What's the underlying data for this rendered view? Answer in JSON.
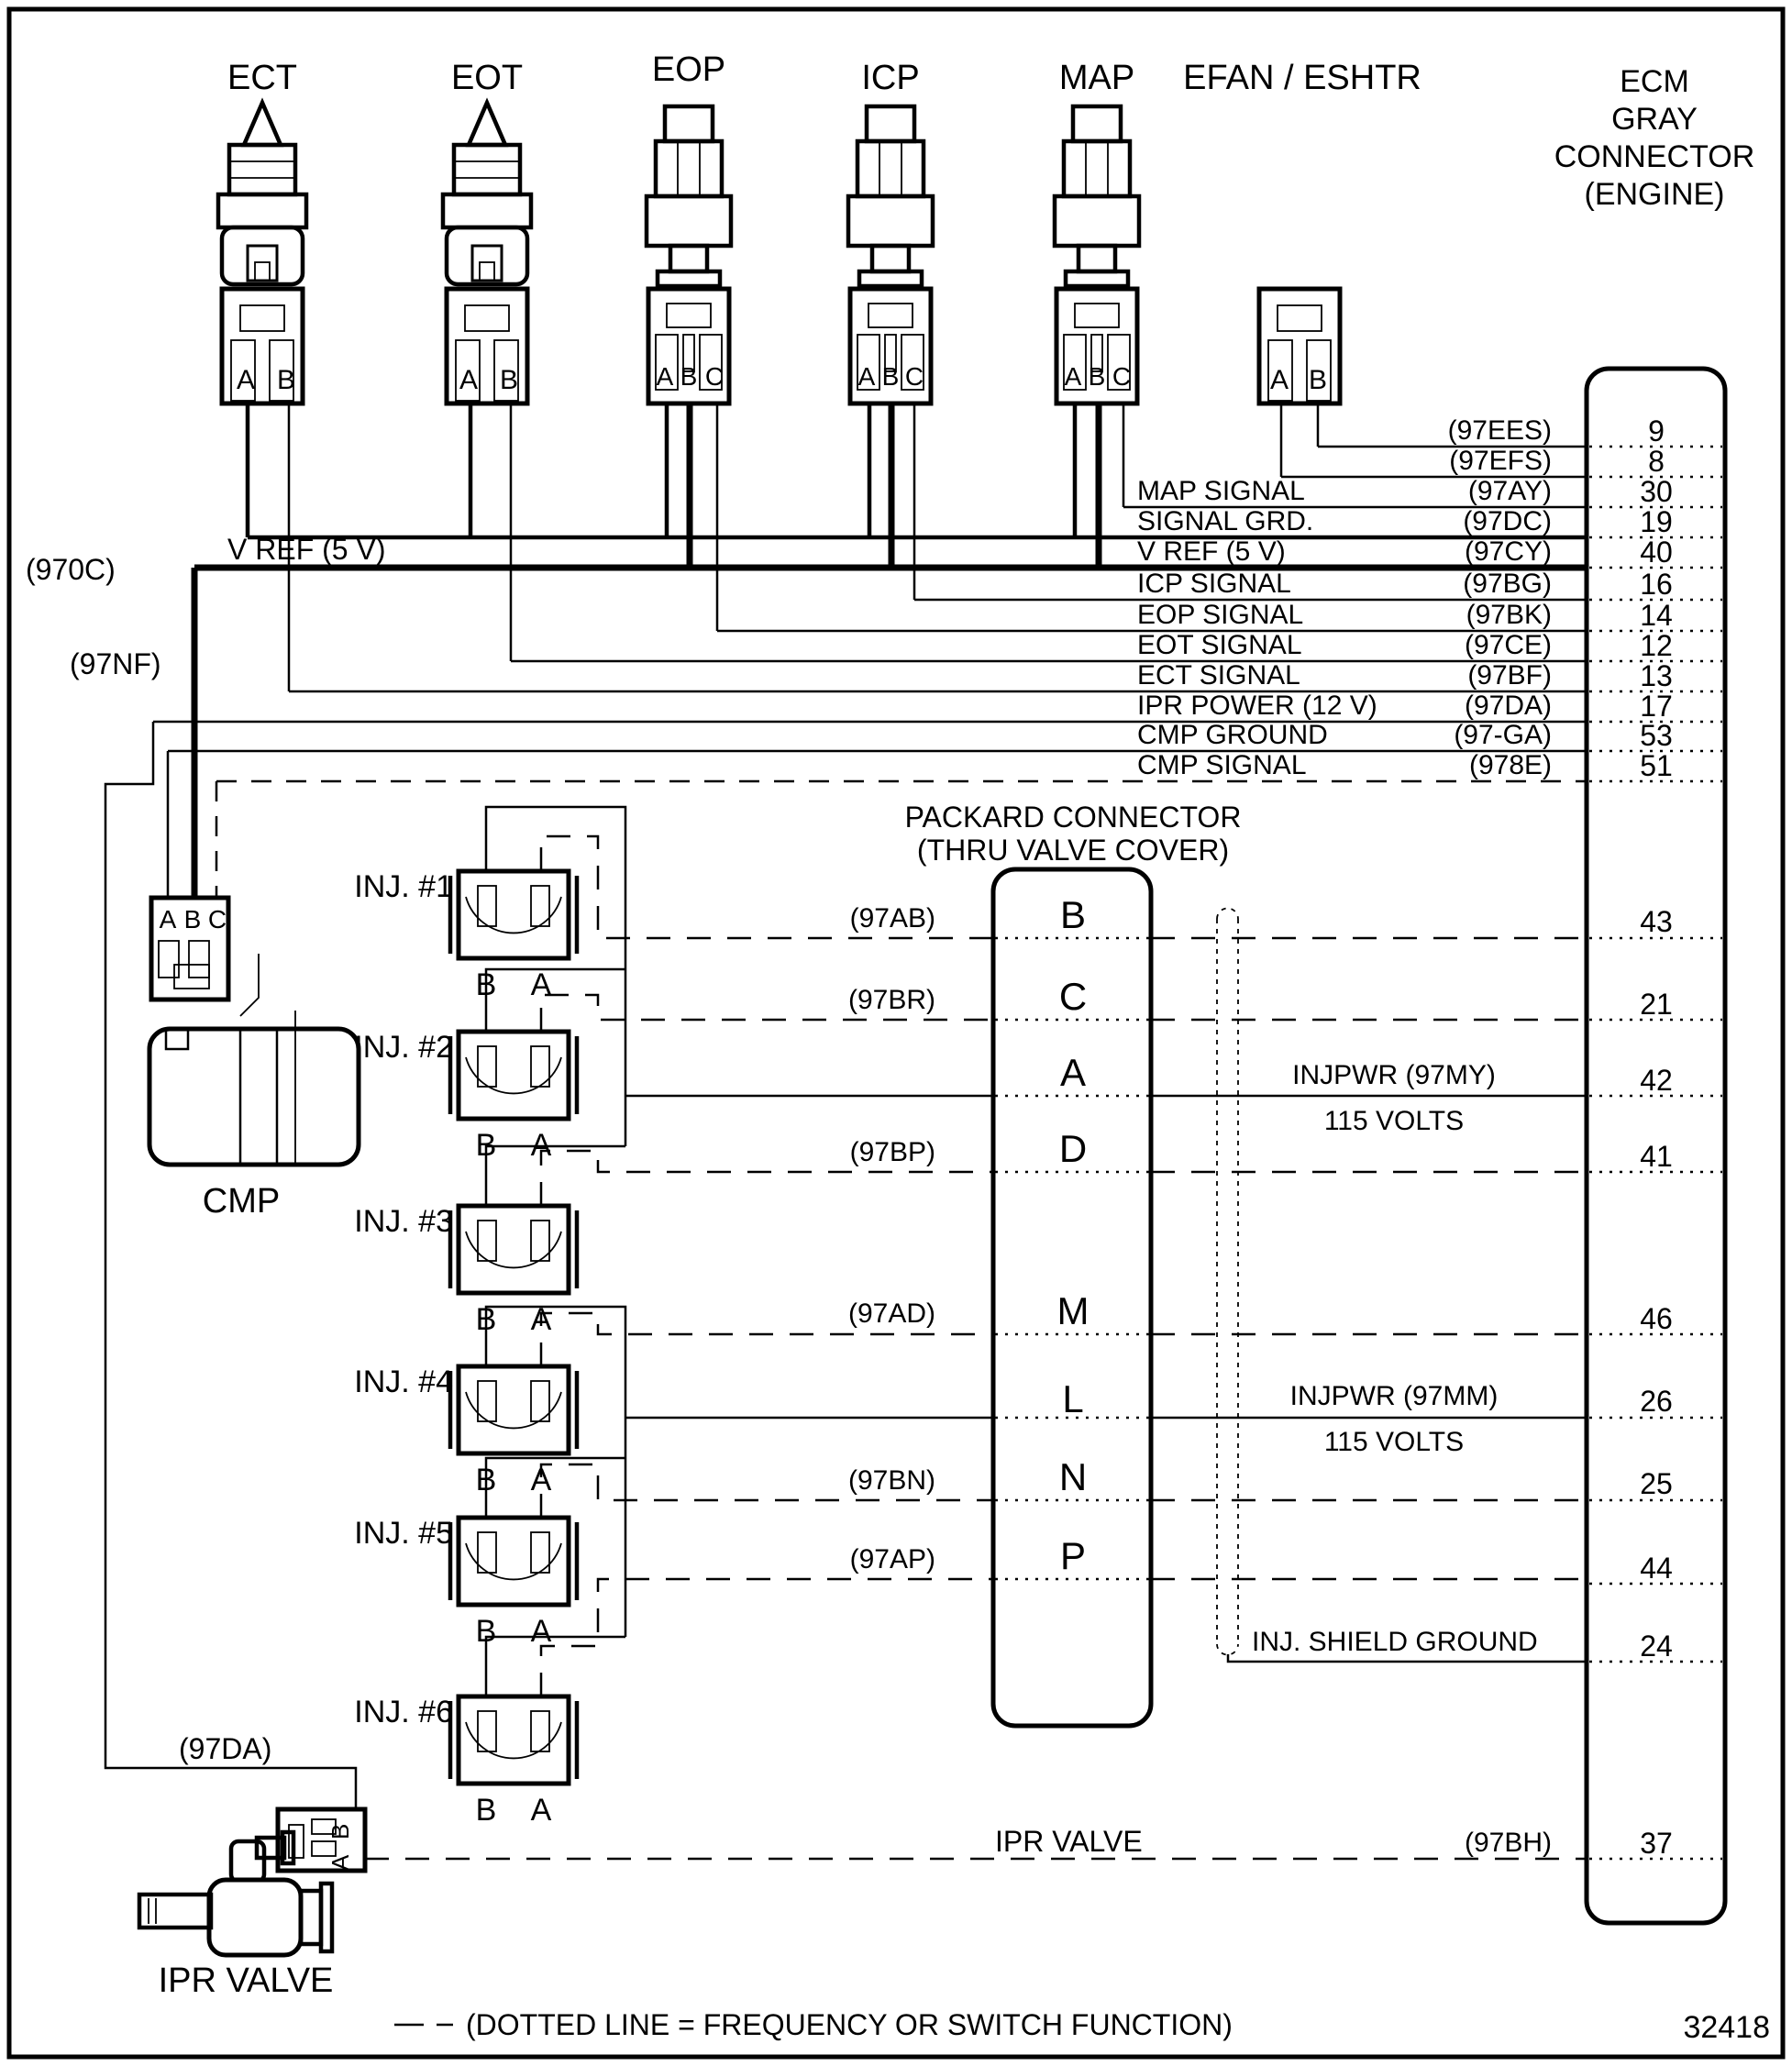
{
  "diagram": {
    "sensors": [
      {
        "label": "ECT",
        "pins": [
          "A",
          "B"
        ]
      },
      {
        "label": "EOT",
        "pins": [
          "A",
          "B"
        ]
      },
      {
        "label": "EOP",
        "pins": [
          "A",
          "B",
          "C"
        ]
      },
      {
        "label": "ICP",
        "pins": [
          "A",
          "B",
          "C"
        ]
      },
      {
        "label": "MAP",
        "pins": [
          "A",
          "B",
          "C"
        ]
      },
      {
        "label": "EFAN / ESHTR",
        "pins": [
          "A",
          "B"
        ]
      }
    ],
    "ecm": {
      "title_lines": [
        "ECM",
        "GRAY",
        "CONNECTOR",
        "(ENGINE)"
      ]
    },
    "ecm_rows": [
      {
        "label": "",
        "code": "(97EES)",
        "pin": "9"
      },
      {
        "label": "",
        "code": "(97EFS)",
        "pin": "8"
      },
      {
        "label": "MAP SIGNAL",
        "code": "(97AY)",
        "pin": "30"
      },
      {
        "label": "SIGNAL GRD.",
        "code": "(97DC)",
        "pin": "19"
      },
      {
        "label": "V REF (5 V)",
        "code": "(97CY)",
        "pin": "40"
      },
      {
        "label": "ICP SIGNAL",
        "code": "(97BG)",
        "pin": "16"
      },
      {
        "label": "EOP SIGNAL",
        "code": "(97BK)",
        "pin": "14"
      },
      {
        "label": "EOT SIGNAL",
        "code": "(97CE)",
        "pin": "12"
      },
      {
        "label": "ECT SIGNAL",
        "code": "(97BF)",
        "pin": "13"
      },
      {
        "label": "IPR POWER (12 V)",
        "code": "(97DA)",
        "pin": "17"
      },
      {
        "label": "CMP GROUND",
        "code": "(97-GA)",
        "pin": "53"
      },
      {
        "label": "CMP SIGNAL",
        "code": "(978E)",
        "pin": "51"
      }
    ],
    "left_labels": {
      "bus": "(970C)",
      "cmp_branch": "(97NF)",
      "vref": "V REF (5 V)"
    },
    "cmp": {
      "label": "CMP",
      "pins": [
        "A",
        "B",
        "C"
      ]
    },
    "packard": {
      "title_lines": [
        "PACKARD CONNECTOR",
        "(THRU VALVE COVER)"
      ]
    },
    "packard_rows": [
      {
        "code": "(97AB)",
        "letter": "B",
        "pin": "43"
      },
      {
        "code": "(97BR)",
        "letter": "C",
        "pin": "21"
      },
      {
        "code": "",
        "letter": "A",
        "pin": "42"
      },
      {
        "code": "(97BP)",
        "letter": "D",
        "pin": "41"
      },
      {
        "code": "(97AD)",
        "letter": "M",
        "pin": "46"
      },
      {
        "code": "",
        "letter": "L",
        "pin": "26"
      },
      {
        "code": "(97BN)",
        "letter": "N",
        "pin": "25"
      },
      {
        "code": "(97AP)",
        "letter": "P",
        "pin": "44"
      }
    ],
    "power_labels": [
      {
        "line1": "INJPWR (97MY)",
        "line2": "115 VOLTS"
      },
      {
        "line1": "INJPWR (97MM)",
        "line2": "115 VOLTS"
      }
    ],
    "shield_row": {
      "label": "INJ. SHIELD GROUND",
      "pin": "24"
    },
    "injectors": [
      {
        "label": "INJ. #1"
      },
      {
        "label": "INJ. #2"
      },
      {
        "label": "INJ. #3"
      },
      {
        "label": "INJ. #4"
      },
      {
        "label": "INJ. #5"
      },
      {
        "label": "INJ. #6"
      }
    ],
    "injector_pins": [
      "B",
      "A"
    ],
    "ipr": {
      "wire_label": "(97DA)",
      "row_label": "IPR VALVE",
      "code": "(97BH)",
      "pin": "37",
      "device_label": "IPR VALVE",
      "pins": [
        "B",
        "A"
      ]
    },
    "footer": {
      "legend": "(DOTTED LINE = FREQUENCY OR SWITCH FUNCTION)",
      "figure_number": "32418"
    }
  }
}
